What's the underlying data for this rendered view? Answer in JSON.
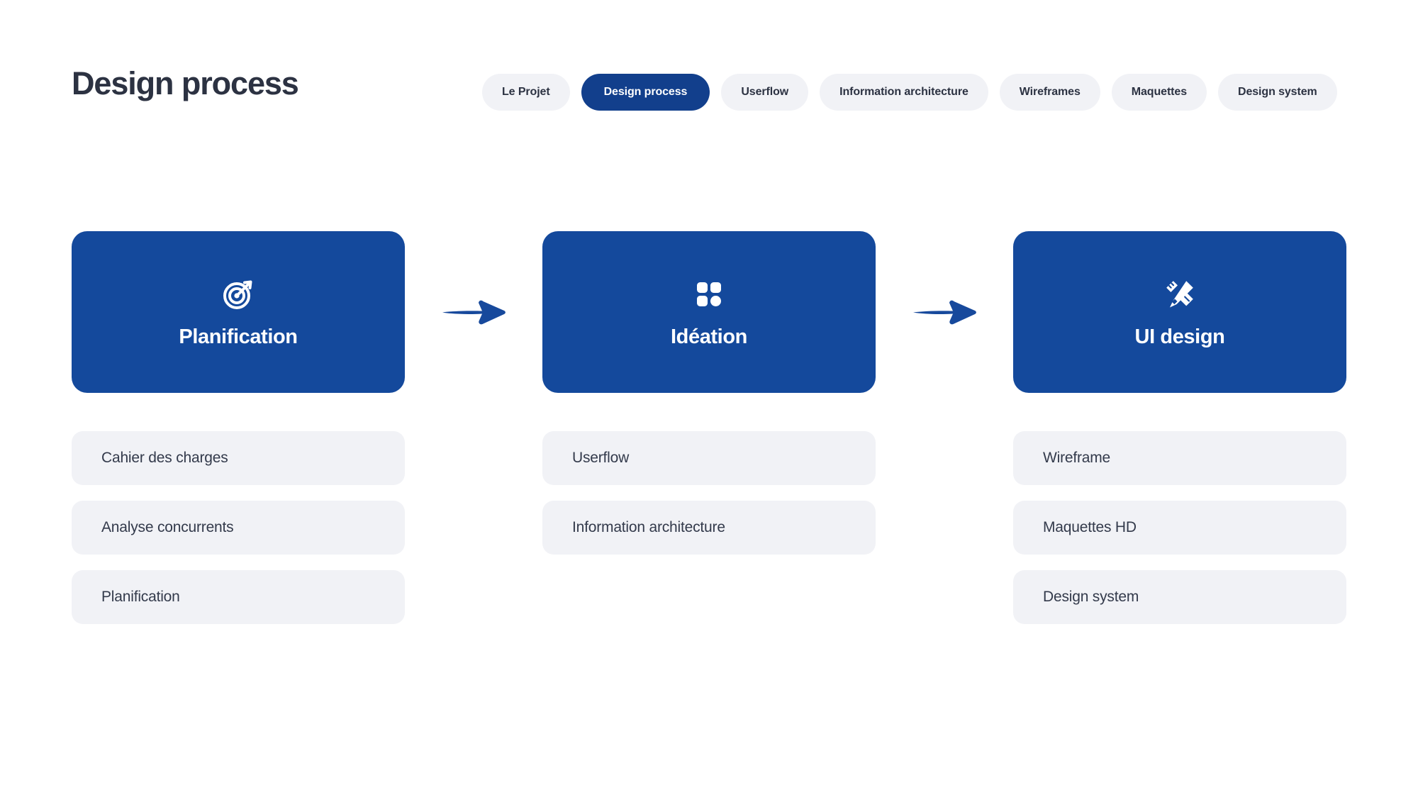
{
  "header": {
    "title": "Design process",
    "nav": [
      {
        "label": "Le Projet",
        "active": false
      },
      {
        "label": "Design process",
        "active": true
      },
      {
        "label": "Userflow",
        "active": false
      },
      {
        "label": "Information architecture",
        "active": false
      },
      {
        "label": "Wireframes",
        "active": false
      },
      {
        "label": "Maquettes",
        "active": false
      },
      {
        "label": "Design system",
        "active": false
      }
    ]
  },
  "colors": {
    "brand_blue": "#14499C",
    "brand_blue_active_pill": "#123F8C",
    "chip_grey": "#F1F2F6",
    "ink": "#2C3242",
    "page_background": "#FFFFFF"
  },
  "process": {
    "connector_icon": "arrow-right-icon",
    "stages": [
      {
        "title": "Planification",
        "icon": "target-arrow-icon",
        "deliverables": [
          "Cahier des charges",
          "Analyse concurrents",
          "Planification"
        ]
      },
      {
        "title": "Idéation",
        "icon": "grid-squares-icon",
        "deliverables": [
          "Userflow",
          "Information architecture"
        ]
      },
      {
        "title": "UI design",
        "icon": "pencil-ruler-icon",
        "deliverables": [
          "Wireframe",
          "Maquettes HD",
          "Design system"
        ]
      }
    ]
  }
}
